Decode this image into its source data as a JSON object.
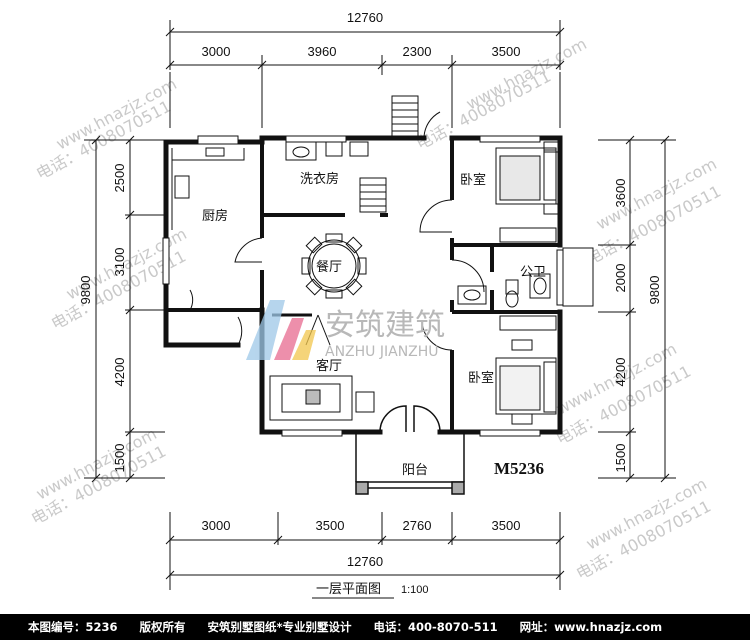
{
  "dimensions": {
    "top_total": "12760",
    "top_segments": [
      "3000",
      "3960",
      "2300",
      "3500"
    ],
    "bottom_segments": [
      "3000",
      "3500",
      "2760",
      "3500"
    ],
    "bottom_total": "12760",
    "left_segments": [
      "2500",
      "3100",
      "4200",
      "1500"
    ],
    "left_total": "9800",
    "right_segments": [
      "3600",
      "2000",
      "4200",
      "1500"
    ],
    "right_total": "9800"
  },
  "rooms": {
    "laundry": "洗衣房",
    "kitchen": "厨房",
    "dining": "餐厅",
    "bedroom_top": "卧室",
    "toilet": "公卫",
    "living": "客厅",
    "bedroom_bottom": "卧室",
    "balcony": "阳台"
  },
  "plan_code": "M5236",
  "plan_title": "一层平面图",
  "plan_scale": "1:100",
  "watermark": {
    "logo_cn": "安筑建筑",
    "logo_en": "ANZHU JIANZHU",
    "phone_text": "电话：4008070511",
    "site_text": "www.hnazjz.com"
  },
  "footer": {
    "drawing_no": "本图编号：5236",
    "copyright": "版权所有",
    "company": "安筑别墅图纸*专业别墅设计",
    "phone": "电话：400-8070-511",
    "website": "网址：www.hnazjz.com"
  },
  "colors": {
    "wall": "#111111",
    "watermark": "#c9c9c9",
    "logo_accent_1": "#e86a8f",
    "logo_accent_2": "#9ec8e8",
    "logo_accent_3": "#f2c64d",
    "footer_bg": "#000000"
  }
}
